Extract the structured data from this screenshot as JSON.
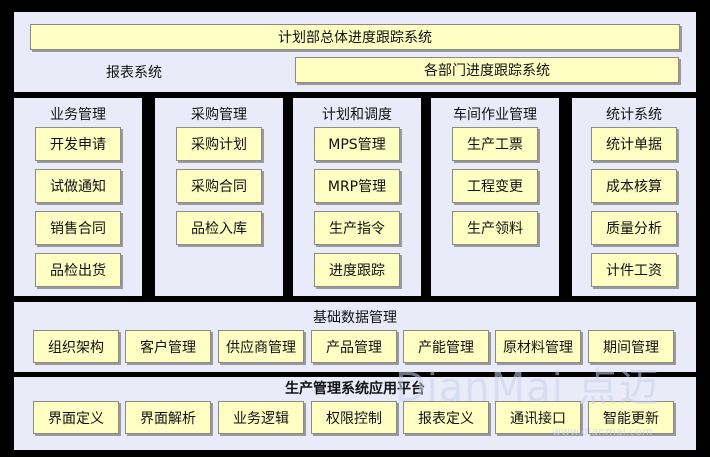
{
  "top": {
    "title": "计划部总体进度跟踪系统",
    "report_system": "报表系统",
    "dept_tracking": "各部门进度跟踪系统"
  },
  "modules": [
    {
      "title": "业务管理",
      "items": [
        "开发申请",
        "试做通知",
        "销售合同",
        "品检出货"
      ]
    },
    {
      "title": "采购管理",
      "items": [
        "采购计划",
        "采购合同",
        "品检入库"
      ]
    },
    {
      "title": "计划和调度",
      "items": [
        "MPS管理",
        "MRP管理",
        "生产指令",
        "进度跟踪"
      ]
    },
    {
      "title": "车间作业管理",
      "items": [
        "生产工票",
        "工程变更",
        "生产领料"
      ]
    },
    {
      "title": "统计系统",
      "items": [
        "统计单据",
        "成本核算",
        "质量分析",
        "计件工资"
      ]
    }
  ],
  "base_data": {
    "title": "基础数据管理",
    "items": [
      "组织架构",
      "客户管理",
      "供应商管理",
      "产品管理",
      "产能管理",
      "原材料管理",
      "期间管理"
    ]
  },
  "platform": {
    "title": "生产管理系统应用平台",
    "items": [
      "界面定义",
      "界面解析",
      "业务逻辑",
      "权限控制",
      "报表定义",
      "通讯接口",
      "智能更新"
    ]
  },
  "watermark": {
    "brand": "DianMai 点迈",
    "url": "www.dianmai.com"
  }
}
